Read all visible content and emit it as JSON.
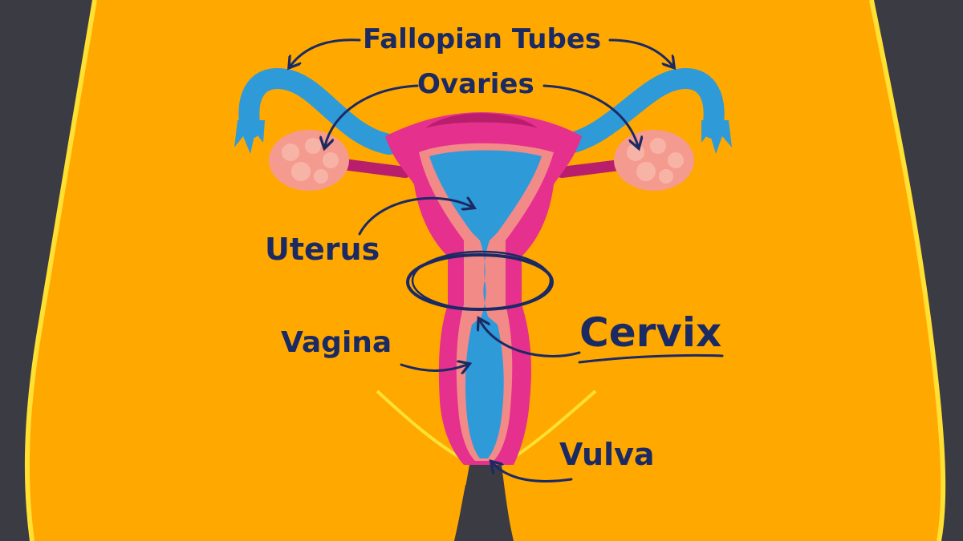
{
  "labels": {
    "fallopian_tubes": "Fallopian Tubes",
    "ovaries": "Ovaries",
    "uterus": "Uterus",
    "vagina": "Vagina",
    "cervix": "Cervix",
    "vulva": "Vulva"
  },
  "colors": {
    "background": "#3a3b43",
    "body": "#ffa800",
    "body_outline": "#ffe033",
    "tissue_pink": "#e5308d",
    "tissue_dark": "#b81e6b",
    "lining_salmon": "#f28a88",
    "cavity_blue": "#2f9ad8",
    "ovary": "#f59a8f",
    "ovary_spots": "#f7b4a6",
    "label_text": "#1b2a63",
    "arrow": "#1b2a63"
  }
}
